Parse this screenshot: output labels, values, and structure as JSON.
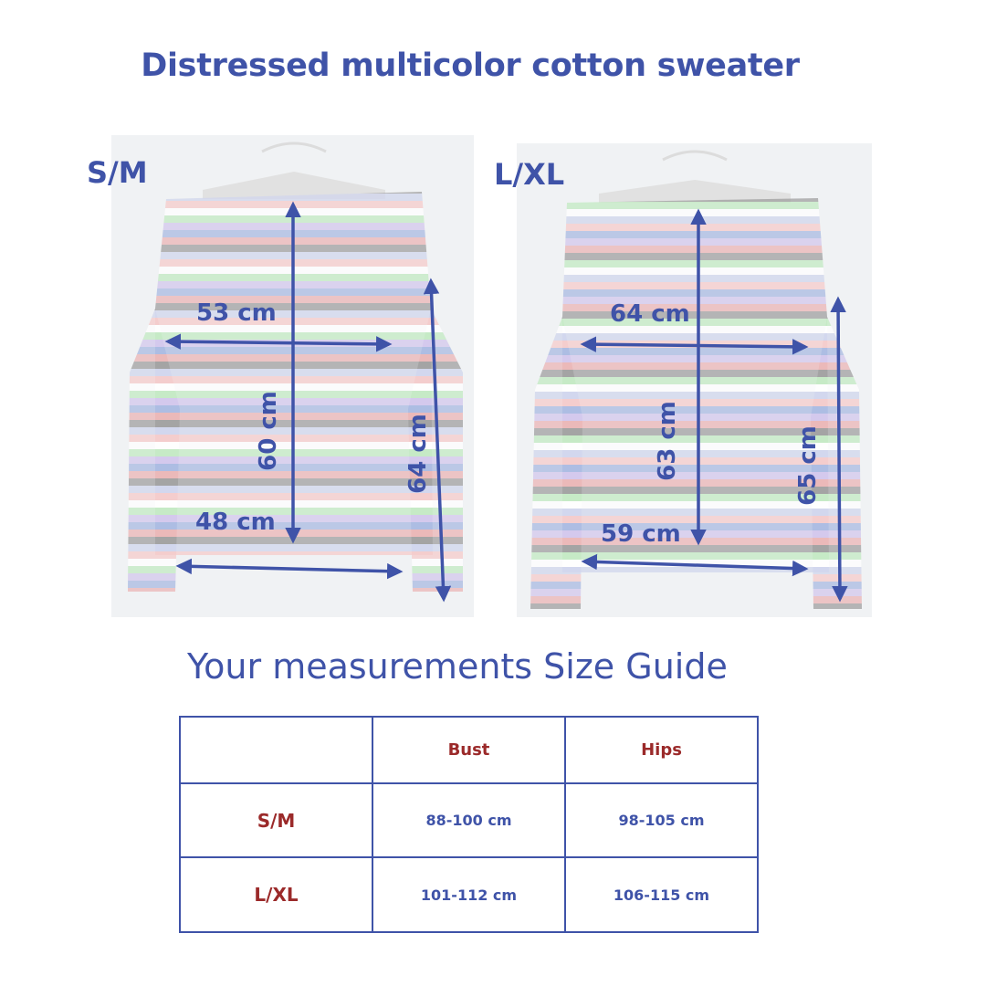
{
  "title": "Distressed multicolor cotton sweater",
  "panels": [
    {
      "size": "S/M",
      "width_label": "53 cm",
      "hem_label": "48 cm",
      "body_length_label": "60 cm",
      "side_length_label": "64 cm"
    },
    {
      "size": "L/XL",
      "width_label": "64 cm",
      "hem_label": "59 cm",
      "body_length_label": "63 cm",
      "side_length_label": "65 cm"
    }
  ],
  "subtitle": "Your measurements Size Guide",
  "table": {
    "headers": [
      "",
      "Bust",
      "Hips"
    ],
    "rows": [
      {
        "size": "S/M",
        "bust": "88-100 cm",
        "hips": "98-105 cm"
      },
      {
        "size": "L/XL",
        "bust": "101-112 cm",
        "hips": "106-115 cm"
      }
    ]
  },
  "colors": {
    "accent": "#3f53a8",
    "size_text": "#9b2a2a",
    "stripes": [
      "#3f6ec9",
      "#d96b6b",
      "#7fd17f",
      "#8a6ccf",
      "#ffffff",
      "#e89a9a",
      "#3a3a3a",
      "#c6cfe8"
    ]
  }
}
